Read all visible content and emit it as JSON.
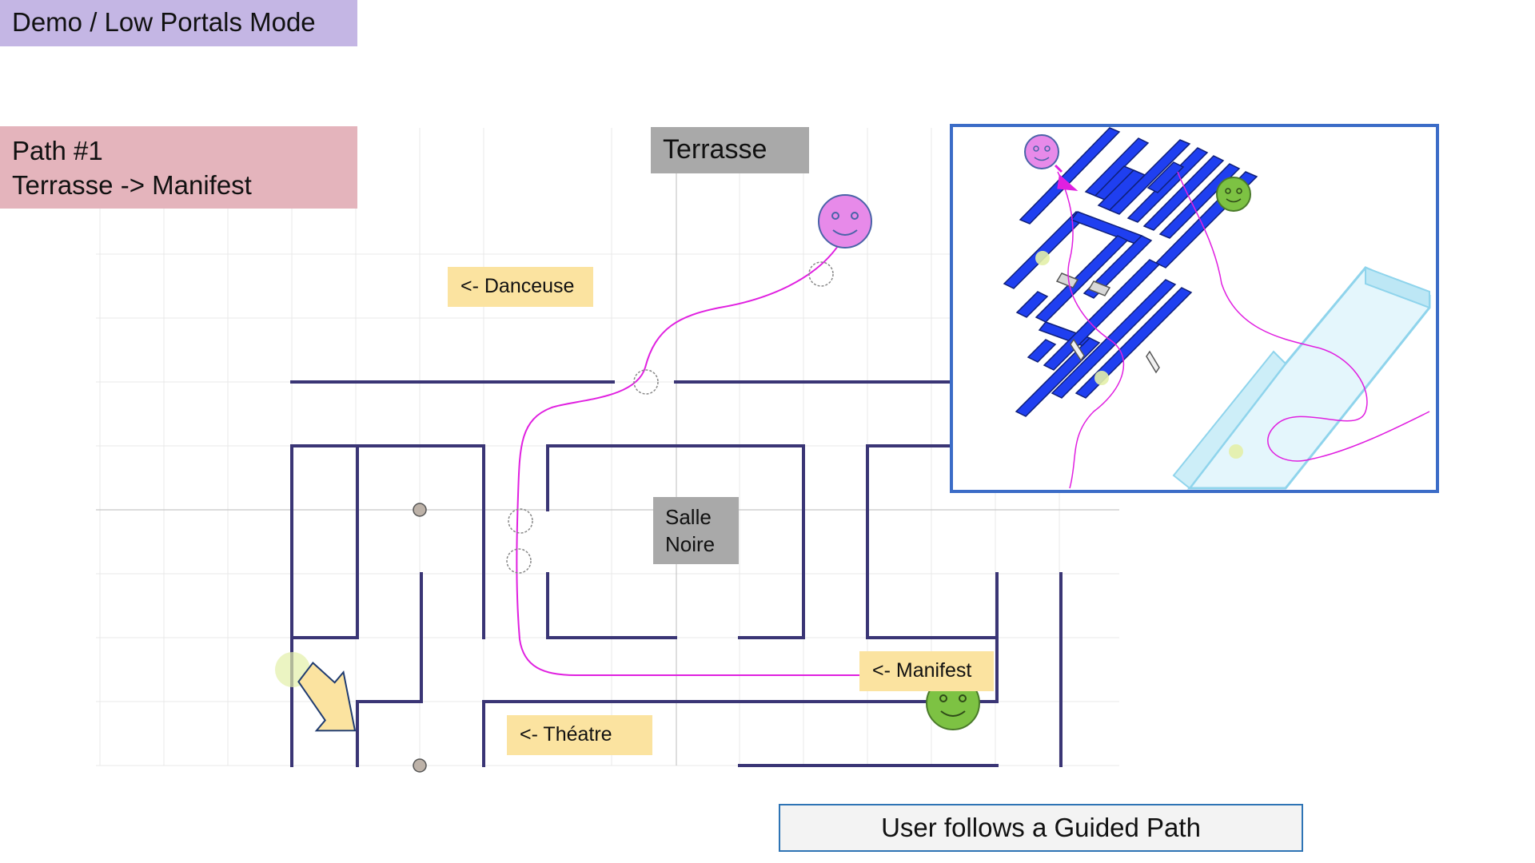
{
  "header": {
    "mode_label": "Demo / Low Portals Mode",
    "path_title": "Path #1",
    "path_route": "Terrasse -> Manifest"
  },
  "rooms": {
    "terrasse": "Terrasse",
    "salle_line1": "Salle",
    "salle_line2": "Noire"
  },
  "signs": {
    "danceuse": "<- Danceuse",
    "manifest": "<- Manifest",
    "theatre": "<- Théatre"
  },
  "caption": "User follows a Guided Path",
  "colors": {
    "wall": "#3a3575",
    "path": "#e020e0",
    "start_avatar": "#e78ae9",
    "end_avatar": "#7dc243",
    "inset_wall": "#1f3ff0",
    "inset_border": "#3b6cc7",
    "grid": "#e6e6e6"
  }
}
